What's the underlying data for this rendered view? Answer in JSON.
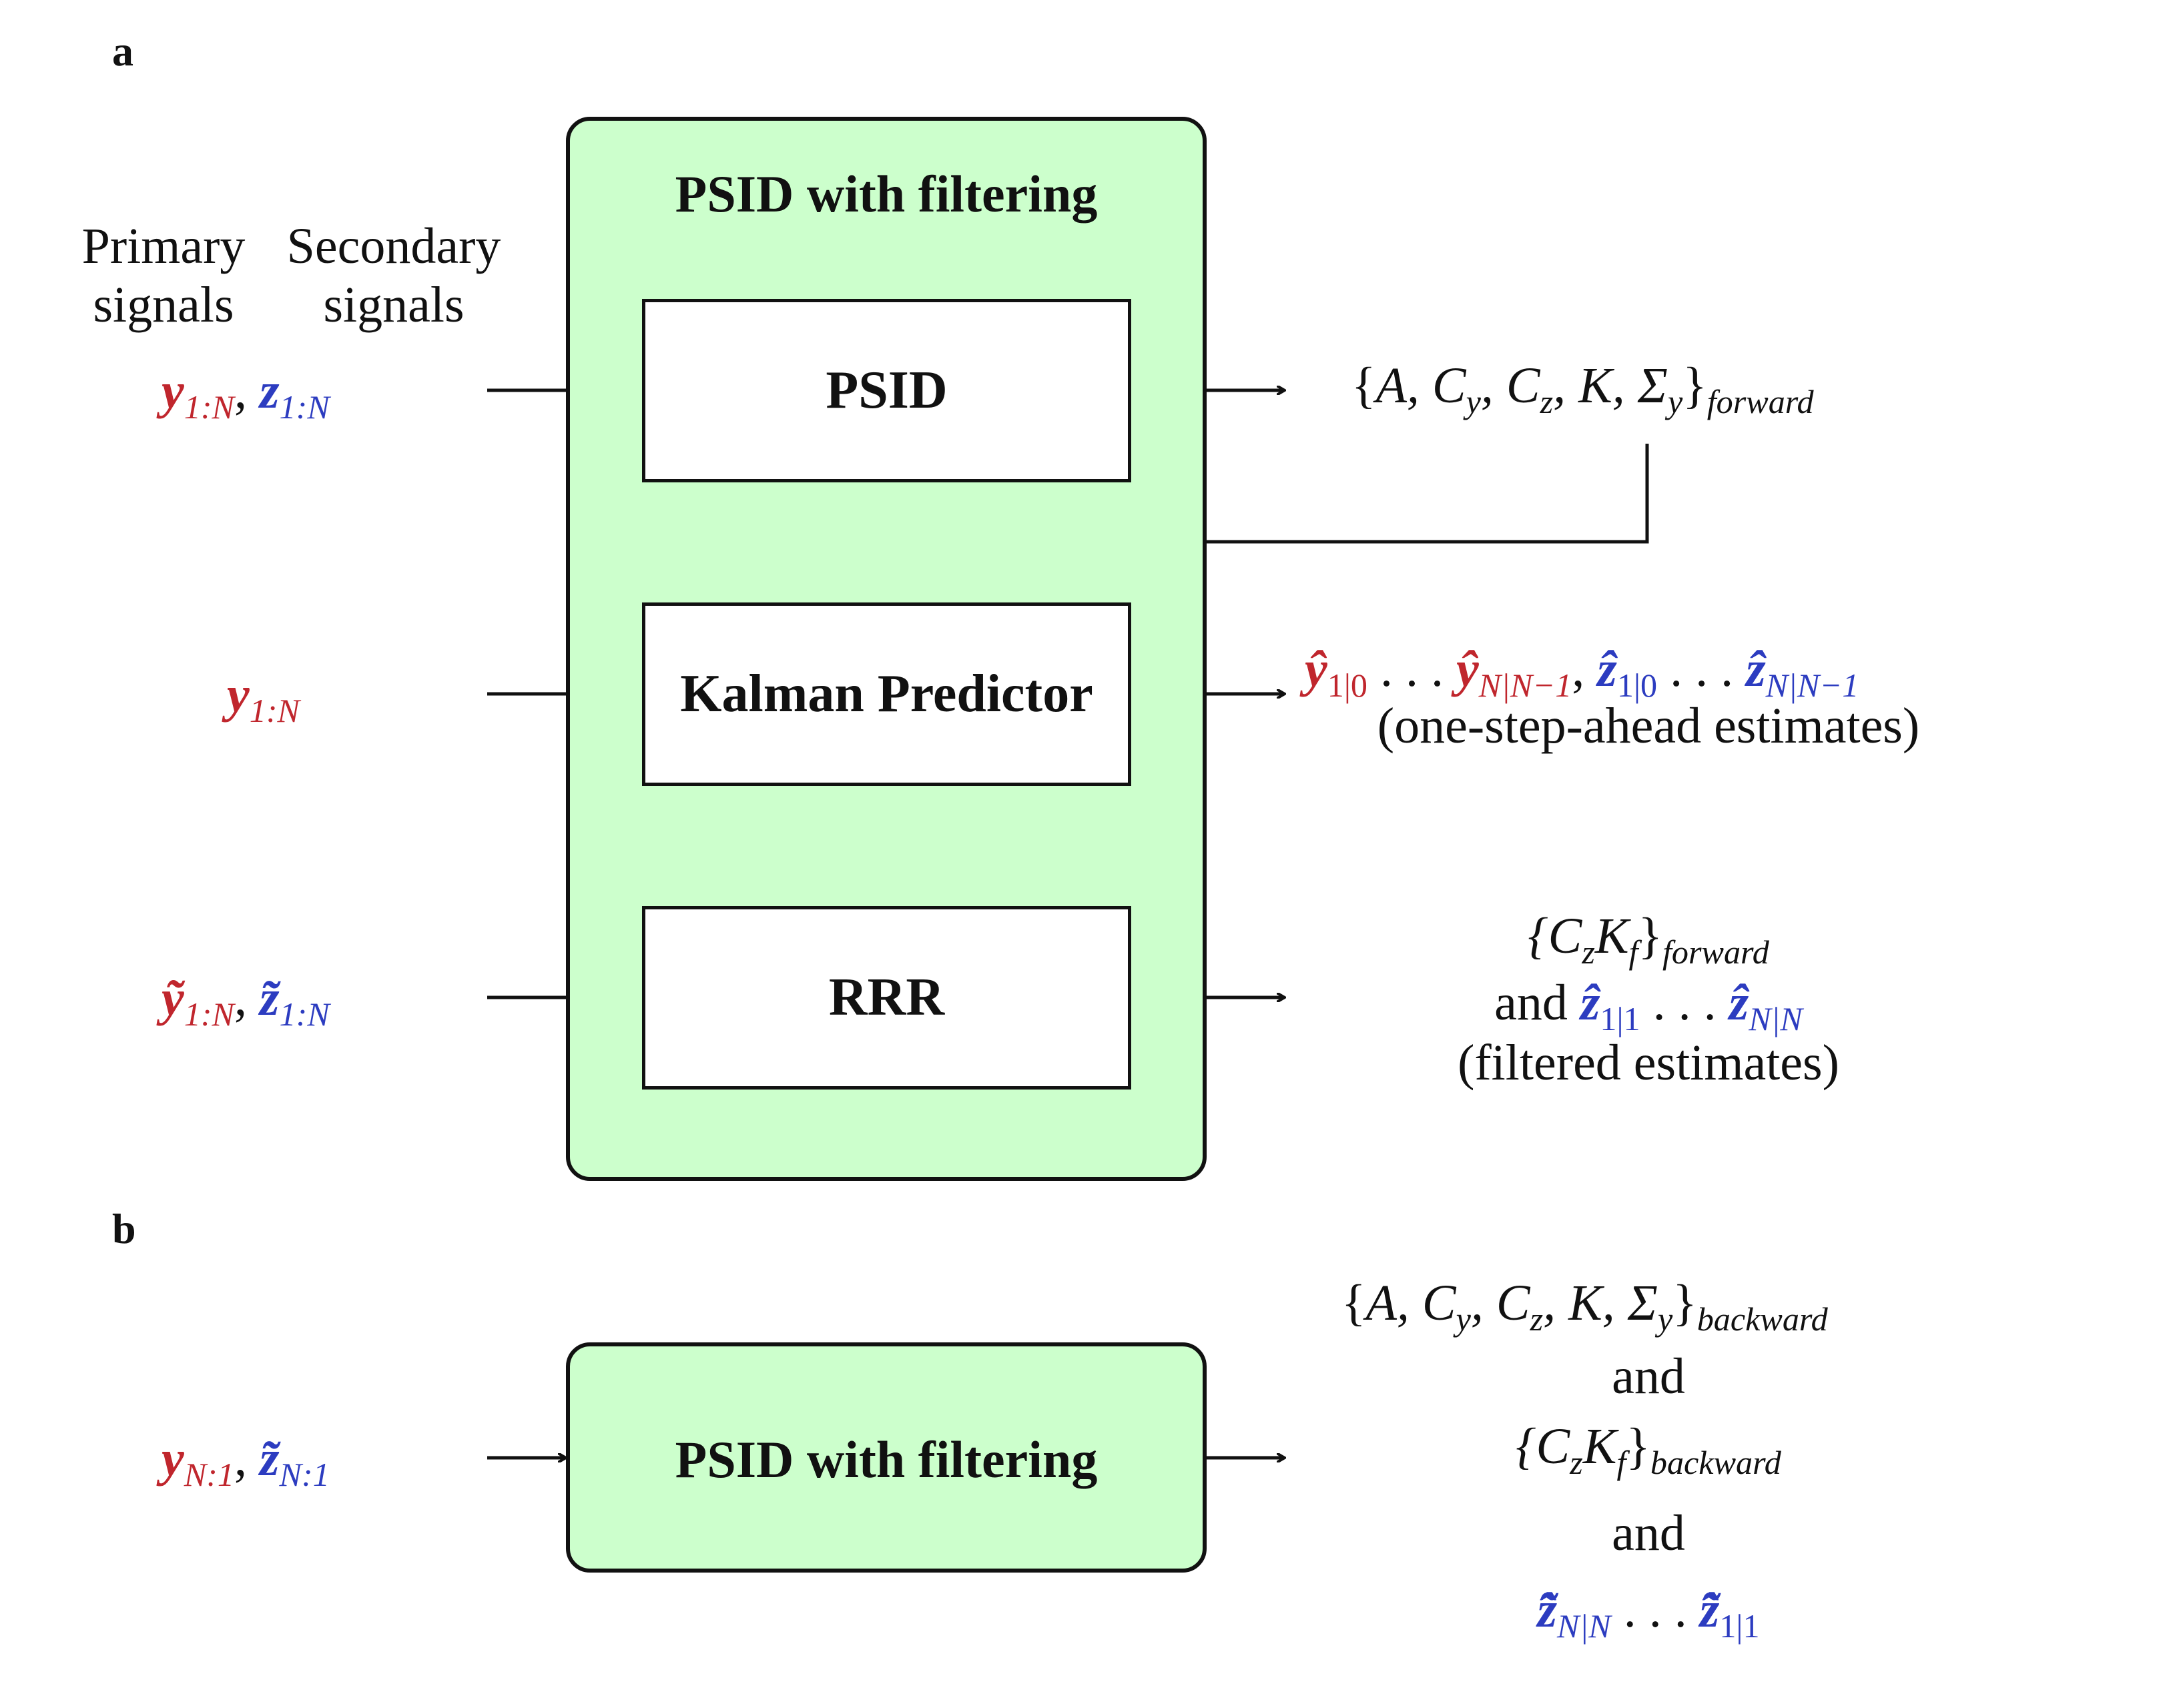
{
  "panels": {
    "a": "a",
    "b": "b"
  },
  "container_title": "PSID with filtering",
  "input_headers": {
    "primary_l1": "Primary",
    "primary_l2": "signals",
    "secondary_l1": "Secondary",
    "secondary_l2": "signals"
  },
  "blocks": {
    "psid": "PSID",
    "kalman": "Kalman Predictor",
    "rrr": "RRR",
    "psid_filtering_b": "PSID with filtering"
  },
  "inputs": {
    "row1": {
      "y": "y",
      "y_sub": "1:N",
      "z": "z",
      "z_sub": "1:N",
      "sep": ", "
    },
    "row2": {
      "y": "y",
      "y_sub": "1:N"
    },
    "row3": {
      "y": "ỹ",
      "y_sub": "1:N",
      "z": "z̃",
      "z_sub": "1:N",
      "sep": ", "
    },
    "row4": {
      "y": "y",
      "y_sub": "N:1",
      "z": "z̃",
      "z_sub": "N:1",
      "sep": ", "
    }
  },
  "outputs": {
    "forward_params": {
      "open": "{",
      "body": "A, C",
      "cy": "y",
      "c2": ", C",
      "cz": "z",
      "c3": ", K, Σ",
      "sy": "y",
      "close": "}",
      "sub": "forward"
    },
    "kalman_estimates": {
      "y0": "ŷ",
      "y0_sub": "1|0",
      "dots": " . . . ",
      "y1": "ŷ",
      "y1_sub": "N|N−1",
      "sep": ", ",
      "z0": "ẑ",
      "z0_sub": "1|0",
      "z1": "ẑ",
      "z1_sub": "N|N−1",
      "caption": "(one-step-ahead estimates)"
    },
    "rrr": {
      "open": "{C",
      "cz": "z",
      "k": "K",
      "kf": "f",
      "close": "}",
      "sub": "forward",
      "and": "and",
      "z0": "ẑ",
      "z0_sub": "1|1",
      "dots": " . . . ",
      "z1": "ẑ",
      "z1_sub": "N|N",
      "caption": "(filtered estimates)"
    },
    "backward": {
      "open": "{",
      "body": "A, C",
      "cy": "y",
      "c2": ", C",
      "cz": "z",
      "c3": ", K, Σ",
      "sy": "y",
      "close": "}",
      "sub": "backward",
      "and1": "and",
      "ck_open": "{C",
      "ck_cz": "z",
      "ck_k": "K",
      "ck_f": "f",
      "ck_close": "}",
      "ck_sub": "backward",
      "and2": "and",
      "z0": "z̃̂",
      "z0_sub": "N|N",
      "dots": " . . . ",
      "z1": "z̃̂",
      "z1_sub": "1|1"
    }
  }
}
